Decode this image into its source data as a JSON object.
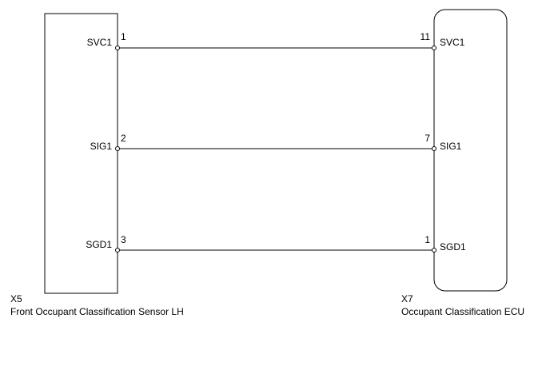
{
  "left_component": {
    "id": "X5",
    "name": "Front Occupant Classification Sensor LH",
    "pins": [
      {
        "number": "1",
        "name": "SVC1"
      },
      {
        "number": "2",
        "name": "SIG1"
      },
      {
        "number": "3",
        "name": "SGD1"
      }
    ]
  },
  "right_component": {
    "id": "X7",
    "name": "Occupant Classification ECU",
    "pins": [
      {
        "number": "11",
        "name": "SVC1"
      },
      {
        "number": "7",
        "name": "SIG1"
      },
      {
        "number": "1",
        "name": "SGD1"
      }
    ]
  },
  "colors": {
    "line": "#000000",
    "background": "#ffffff"
  }
}
